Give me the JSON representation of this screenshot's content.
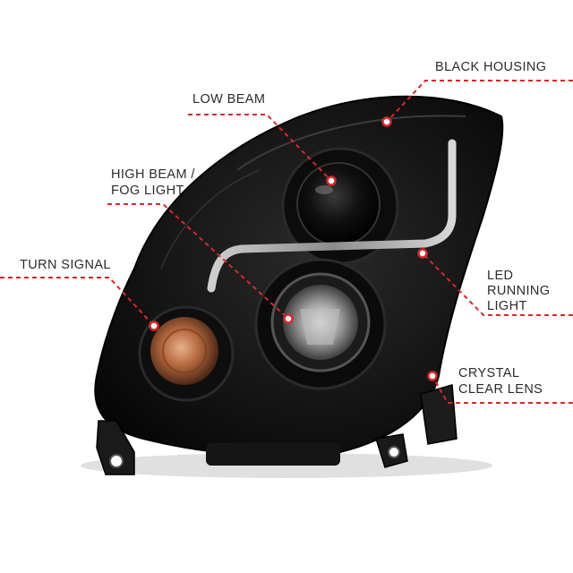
{
  "callouts": {
    "black_housing": "BLACK HOUSING",
    "low_beam": "LOW BEAM",
    "high_beam_line1": "HIGH BEAM /",
    "high_beam_line2": "FOG LIGHT",
    "turn_signal": "TURN SIGNAL",
    "led_line1": "LED",
    "led_line2": "RUNNING",
    "led_line3": "LIGHT",
    "crystal_line1": "CRYSTAL",
    "crystal_line2": "CLEAR LENS"
  },
  "colors": {
    "leader": "#d42a2a",
    "text": "#2b2b2b",
    "housing": "#111111",
    "amber": "#b5683e"
  }
}
